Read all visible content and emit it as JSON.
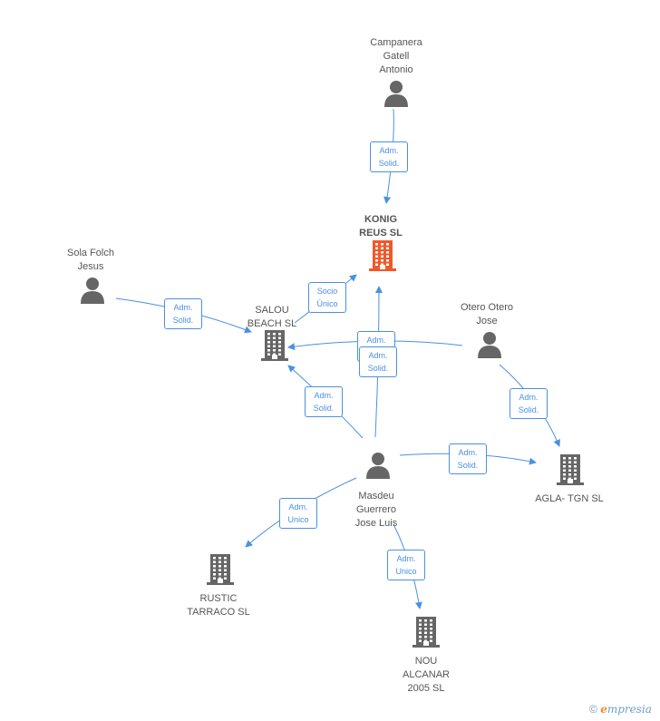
{
  "colors": {
    "edge": "#4a90e2",
    "person": "#666666",
    "company": "#666666",
    "main_company": "#f0582b",
    "text": "#555555"
  },
  "nodes": {
    "campanera": {
      "type": "person",
      "lines": [
        "Campanera",
        "Gatell",
        "Antonio"
      ]
    },
    "konig": {
      "type": "main-company",
      "lines": [
        "KONIG",
        "REUS SL"
      ]
    },
    "sola": {
      "type": "person",
      "lines": [
        "Sola Folch",
        "Jesus"
      ]
    },
    "salou": {
      "type": "company",
      "lines": [
        "SALOU",
        "BEACH SL"
      ]
    },
    "otero": {
      "type": "person",
      "lines": [
        "Otero Otero",
        "Jose"
      ]
    },
    "masdeu": {
      "type": "person",
      "lines": [
        "Masdeu",
        "Guerrero",
        "Jose Luis"
      ]
    },
    "agla": {
      "type": "company",
      "lines": [
        "AGLA- TGN SL"
      ]
    },
    "rustic": {
      "type": "company",
      "lines": [
        "RUSTIC",
        "TARRACO SL"
      ]
    },
    "nou": {
      "type": "company",
      "lines": [
        "NOU",
        "ALCANAR",
        "2005 SL"
      ]
    }
  },
  "edges": [
    {
      "from": "campanera",
      "to": "konig",
      "label": [
        "Adm.",
        "Solid."
      ]
    },
    {
      "from": "sola",
      "to": "salou",
      "label": [
        "Adm.",
        "Solid."
      ]
    },
    {
      "from": "salou",
      "to": "konig",
      "label": [
        "Socio",
        "Único"
      ]
    },
    {
      "from": "otero",
      "to": "salou",
      "label": [
        "Adm.",
        "Solid."
      ]
    },
    {
      "from": "masdeu",
      "to": "konig",
      "label": [
        "Adm.",
        "Solid."
      ]
    },
    {
      "from": "masdeu",
      "to": "salou",
      "label": [
        "Adm.",
        "Solid."
      ]
    },
    {
      "from": "otero",
      "to": "agla",
      "label": [
        "Adm.",
        "Solid."
      ]
    },
    {
      "from": "masdeu",
      "to": "agla",
      "label": [
        "Adm.",
        "Solid."
      ]
    },
    {
      "from": "masdeu",
      "to": "rustic",
      "label": [
        "Adm.",
        "Unico"
      ]
    },
    {
      "from": "masdeu",
      "to": "nou",
      "label": [
        "Adm.",
        "Unico"
      ]
    }
  ],
  "footer": {
    "copyright": "©",
    "brand_e": "e",
    "brand_rest": "mpresia"
  }
}
